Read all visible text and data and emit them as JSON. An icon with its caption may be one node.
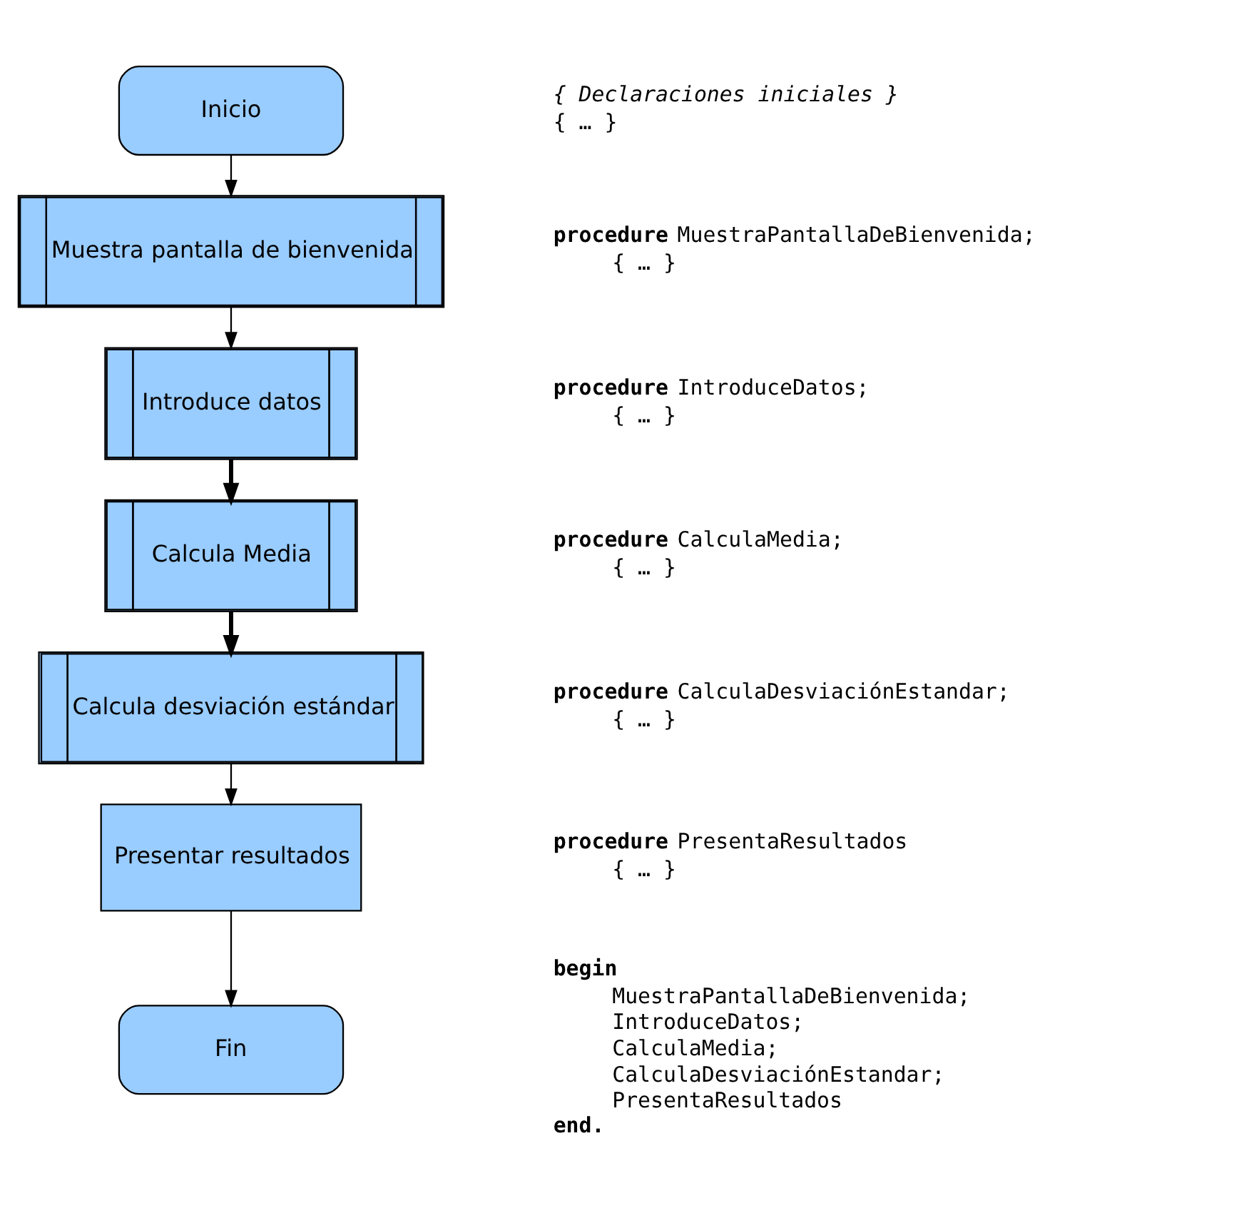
{
  "diagram": {
    "nodes": [
      {
        "text": [
          "Inicio"
        ]
      },
      {
        "text": [
          "Muestra pantalla de bienvenida"
        ]
      },
      {
        "text": [
          "Introduce datos"
        ]
      },
      {
        "text": [
          "Calcula Media"
        ]
      },
      {
        "text": [
          "Calcula desviación estándar"
        ]
      },
      {
        "text": [
          "Presentar resultados"
        ]
      },
      {
        "text": [
          "Fin"
        ]
      }
    ],
    "edges": [
      {
        "from": 0,
        "to": 1,
        "arrow": "to"
      },
      {
        "from": 1,
        "to": 2,
        "arrow": "to"
      },
      {
        "from": 2,
        "to": 3,
        "arrow": "to",
        "style": "thick"
      },
      {
        "from": 3,
        "to": 4,
        "arrow": "to",
        "style": "thick"
      },
      {
        "from": 4,
        "to": 5,
        "arrow": "to"
      },
      {
        "from": 5,
        "to": 6,
        "arrow": "to"
      }
    ],
    "labels": [
      "{ Declaraciones iniciales }",
      "{ … }",
      "**procedure** MuestraPantallaDeBienvenida;",
      "{ … }",
      "**procedure** IntroduceDatos;",
      "{ … }",
      "**procedure** CalculaMedia;",
      "{ … }",
      "**procedure** CalculaDesviaciónEstandar;",
      "{ … }",
      "**procedure** PresentaResultados",
      "{ … }",
      "begin",
      "MuestraPantallaDeBienvenida;",
      "IntroduceDatos;",
      "CalculaMedia;",
      "CalculaDesviaciónEstandar;",
      "PresentaResultados",
      "end."
    ]
  }
}
